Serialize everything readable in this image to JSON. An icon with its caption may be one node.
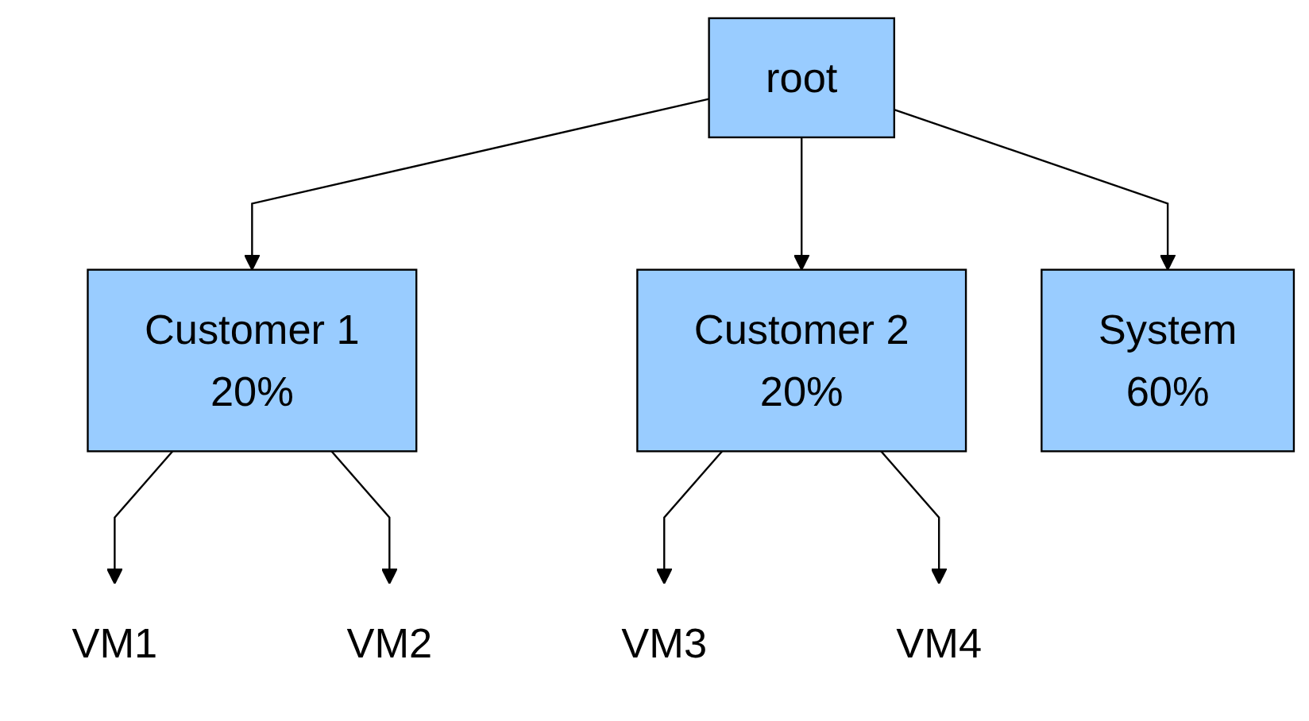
{
  "diagram": {
    "nodes": [
      {
        "text": [
          "root"
        ]
      },
      {
        "text": [
          "Customer 1",
          "20%"
        ]
      },
      {
        "text": [
          "Customer 2",
          "20%"
        ]
      },
      {
        "text": [
          "System",
          "60%"
        ]
      },
      {
        "text": [
          "VM1"
        ]
      },
      {
        "text": [
          "VM2"
        ]
      },
      {
        "text": [
          "VM3"
        ]
      },
      {
        "text": [
          "VM4"
        ]
      }
    ],
    "edges": [
      {
        "from": 0,
        "to": 1,
        "arrow": "to"
      },
      {
        "from": 0,
        "to": 2,
        "arrow": "to"
      },
      {
        "from": 0,
        "to": 3,
        "arrow": "to"
      },
      {
        "from": 1,
        "to": 4,
        "arrow": "to"
      },
      {
        "from": 1,
        "to": 5,
        "arrow": "to"
      },
      {
        "from": 2,
        "to": 6,
        "arrow": "to"
      },
      {
        "from": 2,
        "to": 7,
        "arrow": "to"
      }
    ]
  }
}
